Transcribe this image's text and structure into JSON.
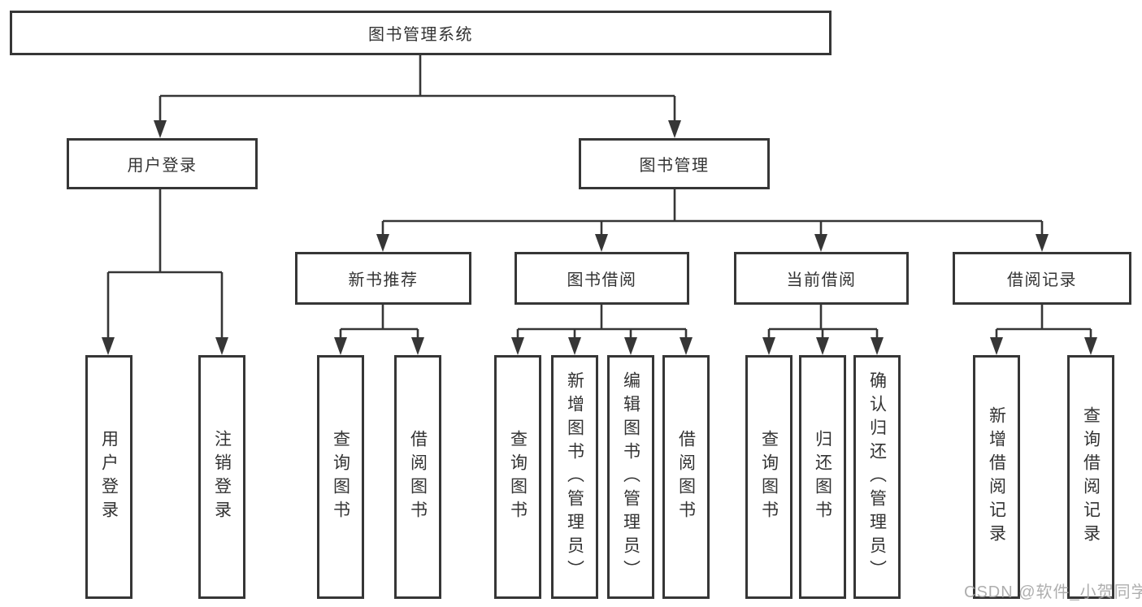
{
  "diagram": {
    "root": {
      "label": "图书管理系统"
    },
    "branches": [
      {
        "label": "用户登录",
        "children": [
          {
            "label": "用户登录"
          },
          {
            "label": "注销登录"
          }
        ]
      },
      {
        "label": "图书管理",
        "groups": [
          {
            "label": "新书推荐",
            "children": [
              {
                "label": "查询图书"
              },
              {
                "label": "借阅图书"
              }
            ]
          },
          {
            "label": "图书借阅",
            "children": [
              {
                "label": "查询图书"
              },
              {
                "label": "新增图书（管理员）"
              },
              {
                "label": "编辑图书（管理员）"
              },
              {
                "label": "借阅图书"
              }
            ]
          },
          {
            "label": "当前借阅",
            "children": [
              {
                "label": "查询图书"
              },
              {
                "label": "归还图书"
              },
              {
                "label": "确认归还（管理员）"
              }
            ]
          },
          {
            "label": "借阅记录",
            "children": [
              {
                "label": "新增借阅记录"
              },
              {
                "label": "查询借阅记录"
              }
            ]
          }
        ]
      }
    ]
  },
  "watermark": {
    "text": "CSDN @软件_小贺同学"
  },
  "colors": {
    "line": "#363636",
    "text": "#333333",
    "box_bg": "#ffffff",
    "watermark": "#a6a6a6"
  }
}
